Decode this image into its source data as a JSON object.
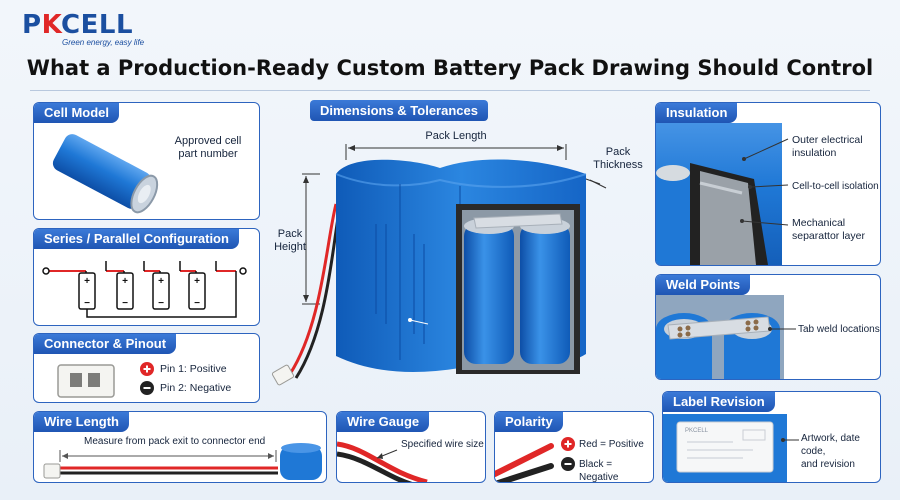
{
  "brand": {
    "name_left": "P",
    "name_k": "K",
    "name_right": "CELL",
    "tagline": "Green energy, easy life"
  },
  "title": "What a Production-Ready Custom Battery Pack Drawing Should Control",
  "center": {
    "badge": "Dimensions & Tolerances",
    "pack_length": "Pack Length",
    "pack_thickness": "Pack\nThickness",
    "pack_height": "Pack\nHeight"
  },
  "panels": {
    "cell_model": {
      "title": "Cell Model",
      "note": "Approved cell\npart number"
    },
    "series_parallel": {
      "title": "Series / Parallel Configuration"
    },
    "connector": {
      "title": "Connector & Pinout",
      "pin1": "Pin 1: Positive",
      "pin2": "Pin 2: Negative"
    },
    "wire_length": {
      "title": "Wire Length",
      "note": "Measure from pack exit to connector end"
    },
    "wire_gauge": {
      "title": "Wire Gauge",
      "note": "Specified wire size"
    },
    "polarity": {
      "title": "Polarity",
      "red": "Red = Positive",
      "black": "Black = Negative"
    },
    "insulation": {
      "title": "Insulation",
      "outer": "Outer electrical\ninsulation",
      "cell_to_cell": "Cell-to-cell isolation",
      "mech": "Mechanical\nseparattor layer"
    },
    "weld": {
      "title": "Weld Points",
      "note": "Tab weld locations"
    },
    "label": {
      "title": "Label Revision",
      "note": "Artwork, date code,\nand revision",
      "label_text": "PKCELL"
    }
  },
  "colors": {
    "accent": "#2d64bf",
    "battery": "#1f78d6",
    "positive": "#e02727",
    "negative": "#222222"
  }
}
